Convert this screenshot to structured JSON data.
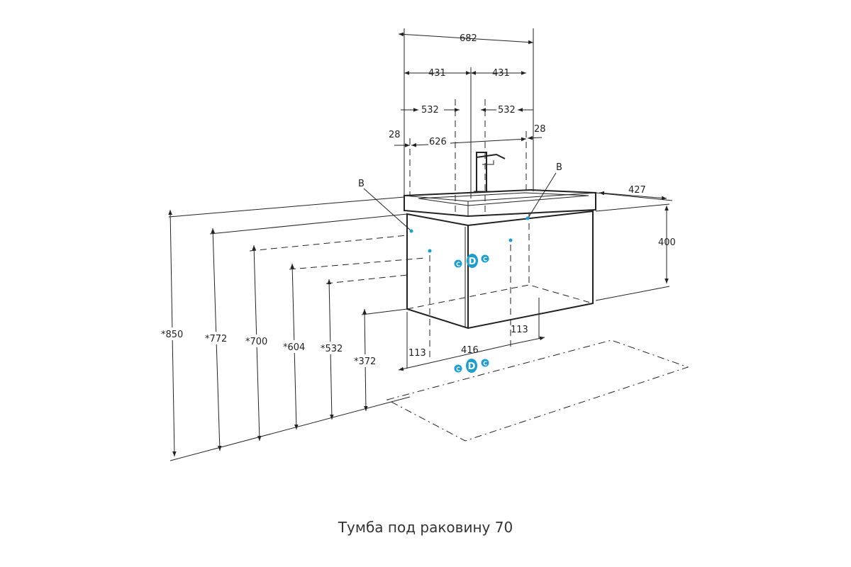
{
  "caption": "Тумба под раковину 70",
  "dimensions": {
    "overall_width": "682",
    "half_width_left": "431",
    "half_width_right": "431",
    "inner_left": "532",
    "inner_right": "532",
    "basin_width": "626",
    "edge_left": "28",
    "edge_right": "28",
    "depth": "427",
    "cabinet_height": "400",
    "height_850": "*850",
    "height_772": "*772",
    "height_700": "*700",
    "height_604": "*604",
    "height_532": "*532",
    "height_372": "*372",
    "bottom_offset_left": "113",
    "bottom_offset_right": "113",
    "bottom_span": "416"
  },
  "labels": {
    "fixing_left": "B",
    "fixing_right": "B"
  },
  "markers": {
    "drain": "D",
    "cold": "C",
    "hot": "C",
    "color": "#1a9fd0"
  }
}
